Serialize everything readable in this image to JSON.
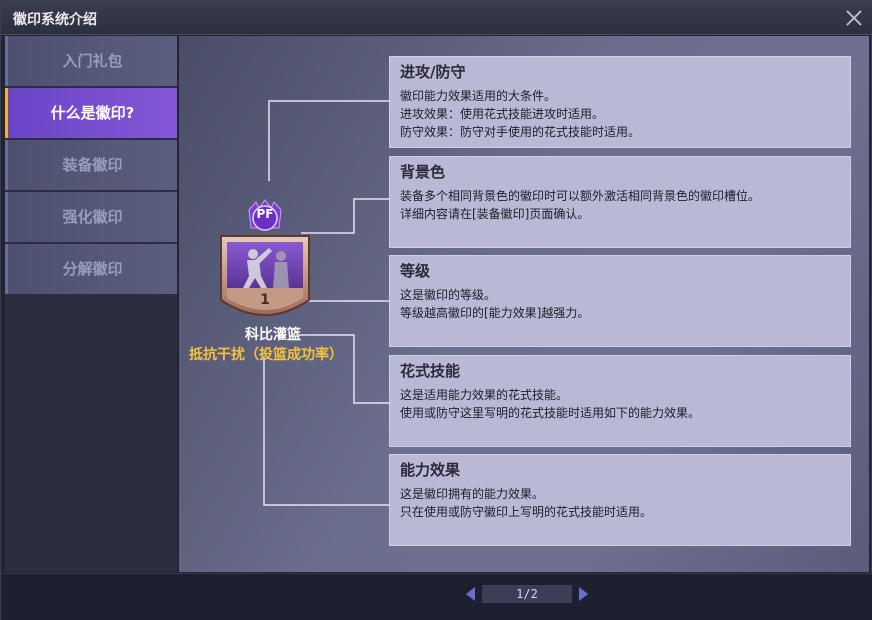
{
  "window": {
    "title": "徽印系统介绍"
  },
  "sidebar": {
    "items": [
      {
        "label": "入门礼包"
      },
      {
        "label": "什么是徽印?"
      },
      {
        "label": "装备徽印"
      },
      {
        "label": "强化徽印"
      },
      {
        "label": "分解徽印"
      }
    ],
    "active_index": 1
  },
  "badge": {
    "type_label": "PF",
    "level": "1",
    "name": "科比灌篮",
    "effect": "抵抗干扰（投篮成功率）"
  },
  "panels": [
    {
      "title": "进攻/防守",
      "lines": [
        "徽印能力效果适用的大条件。",
        "进攻效果：使用花式技能进攻时适用。",
        "防守效果：防守对手使用的花式技能时适用。"
      ]
    },
    {
      "title": "背景色",
      "lines": [
        "装备多个相同背景色的徽印时可以额外激活相同背景色的徽印槽位。",
        "详细内容请在[装备徽印]页面确认。"
      ]
    },
    {
      "title": "等级",
      "lines": [
        "这是徽印的等级。",
        "等级越高徽印的[能力效果]越强力。"
      ]
    },
    {
      "title": "花式技能",
      "lines": [
        "这是适用能力效果的花式技能。",
        "使用或防守这里写明的花式技能时适用如下的能力效果。"
      ]
    },
    {
      "title": "能力效果",
      "lines": [
        "这是徽印拥有的能力效果。",
        "只在使用或防守徽印上写明的花式技能时适用。"
      ]
    }
  ],
  "pager": {
    "text": "1/2"
  },
  "colors": {
    "accent": "#7b4fd6",
    "active_marker": "#f0b030",
    "effect_text": "#f5c33b",
    "panel_bg": "#b9b9d6"
  }
}
